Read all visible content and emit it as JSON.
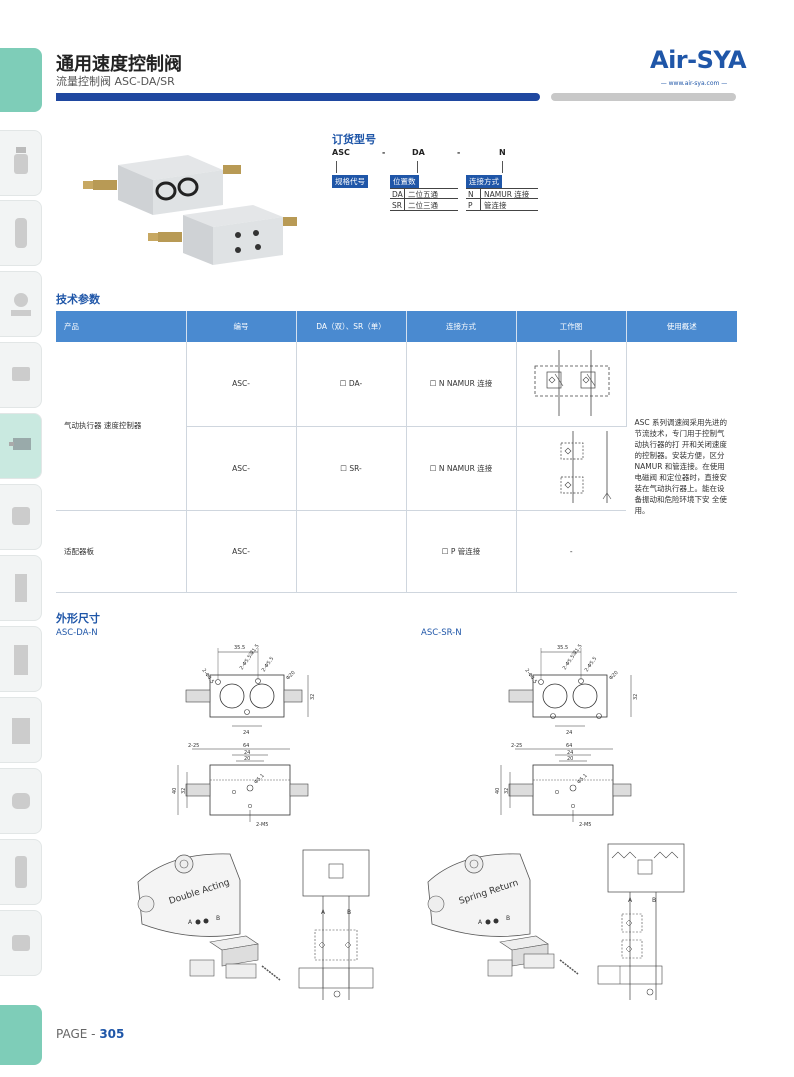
{
  "header": {
    "title": "通用速度控制阀",
    "subtitle": "流量控制阀 ASC-DA/SR",
    "logo": "Air-SYA",
    "logo_url": "www.air-sya.com"
  },
  "ordering": {
    "title": "订货型号",
    "code": [
      "ASC",
      "-",
      "DA",
      "-",
      "N"
    ],
    "groups": [
      {
        "label": "规格代号",
        "options": []
      },
      {
        "label": "位置数",
        "options": [
          {
            "key": "DA",
            "value": "二位五通"
          },
          {
            "key": "SR",
            "value": "二位三通"
          }
        ]
      },
      {
        "label": "连接方式",
        "options": [
          {
            "key": "N",
            "value": "NAMUR 连接"
          },
          {
            "key": "P",
            "value": "管连接"
          }
        ]
      }
    ]
  },
  "specs": {
    "title": "技术参数",
    "headers": [
      "产品",
      "编号",
      "DA（双）、SR（单）",
      "连接方式",
      "工作图",
      "使用概述"
    ],
    "rows": [
      {
        "product": "气动执行器 速度控制器",
        "code": "ASC-",
        "type": "☐ DA-",
        "connection": "☐ N NAMUR 连接"
      },
      {
        "product": "",
        "code": "ASC-",
        "type": "☐ SR-",
        "connection": "☐ N NAMUR 连接"
      },
      {
        "product": "适配器板",
        "code": "ASC-",
        "type": "",
        "connection": "☐ P 管连接",
        "diagram": "-"
      }
    ],
    "description": "ASC 系列调速阀采用先进的节流技术，专门用于控制气动执行器的打 开和关闭速度的控制器。安装方便，区分 NAMUR 和管连接。在使用电磁阀 和定位器时，直接安装在气动执行器上。能在设备振动和危险环境下安 全使用。"
  },
  "dimensions": {
    "title": "外形尺寸",
    "left_label": "ASC-DA-N",
    "right_label": "ASC-SR-N",
    "dims_top": [
      "35.5",
      "2-Φ5.5深1.5",
      "2-Φ5.5",
      "2-Φ4.5",
      "Φ20",
      "32",
      "24"
    ],
    "dims_side": [
      "2-25",
      "64",
      "24",
      "20",
      "40",
      "32",
      "Φ5.1",
      "2-M5"
    ],
    "actuator_left": "Double Acting",
    "actuator_right": "Spring Return",
    "port_a": "A",
    "port_b": "B"
  },
  "footer": {
    "page_prefix": "PAGE - ",
    "page_number": "305"
  },
  "colors": {
    "brand_blue": "#1f56a8",
    "table_header": "#4a8ad0",
    "rail_green": "#7ecdb8"
  }
}
